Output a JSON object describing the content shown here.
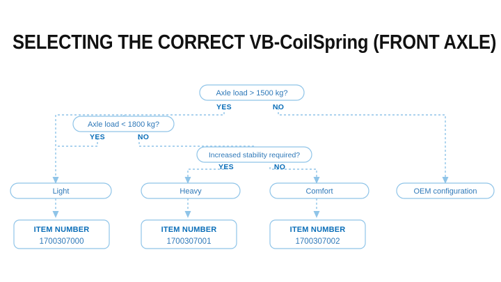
{
  "page": {
    "title": "SELECTING THE CORRECT VB-CoilSpring (FRONT AXLE)",
    "background_color": "#ffffff"
  },
  "theme": {
    "line_color": "#8FC4E8",
    "node_border_color": "#8FC4E8",
    "node_text_color": "#2E78B8",
    "label_color": "#0B6EB8",
    "title_color": "#111111"
  },
  "flowchart": {
    "decisions": [
      {
        "id": "axle-load-1500",
        "question": "Axle load > 1500 kg?",
        "yes_label": "YES",
        "no_label": "NO"
      },
      {
        "id": "axle-load-1800",
        "question": "Axle load < 1800 kg?",
        "yes_label": "YES",
        "no_label": "NO"
      },
      {
        "id": "increased-stability",
        "question": "Increased stability required?",
        "yes_label": "YES",
        "no_label": "NO"
      }
    ],
    "results": [
      {
        "id": "light",
        "label": "Light"
      },
      {
        "id": "heavy",
        "label": "Heavy"
      },
      {
        "id": "comfort",
        "label": "Comfort"
      },
      {
        "id": "oem",
        "label": "OEM configuration"
      }
    ],
    "item_numbers": [
      {
        "id": "item-light",
        "heading": "ITEM NUMBER",
        "value": "1700307000"
      },
      {
        "id": "item-heavy",
        "heading": "ITEM NUMBER",
        "value": "1700307001"
      },
      {
        "id": "item-comfort",
        "heading": "ITEM NUMBER",
        "value": "1700307002"
      }
    ]
  }
}
